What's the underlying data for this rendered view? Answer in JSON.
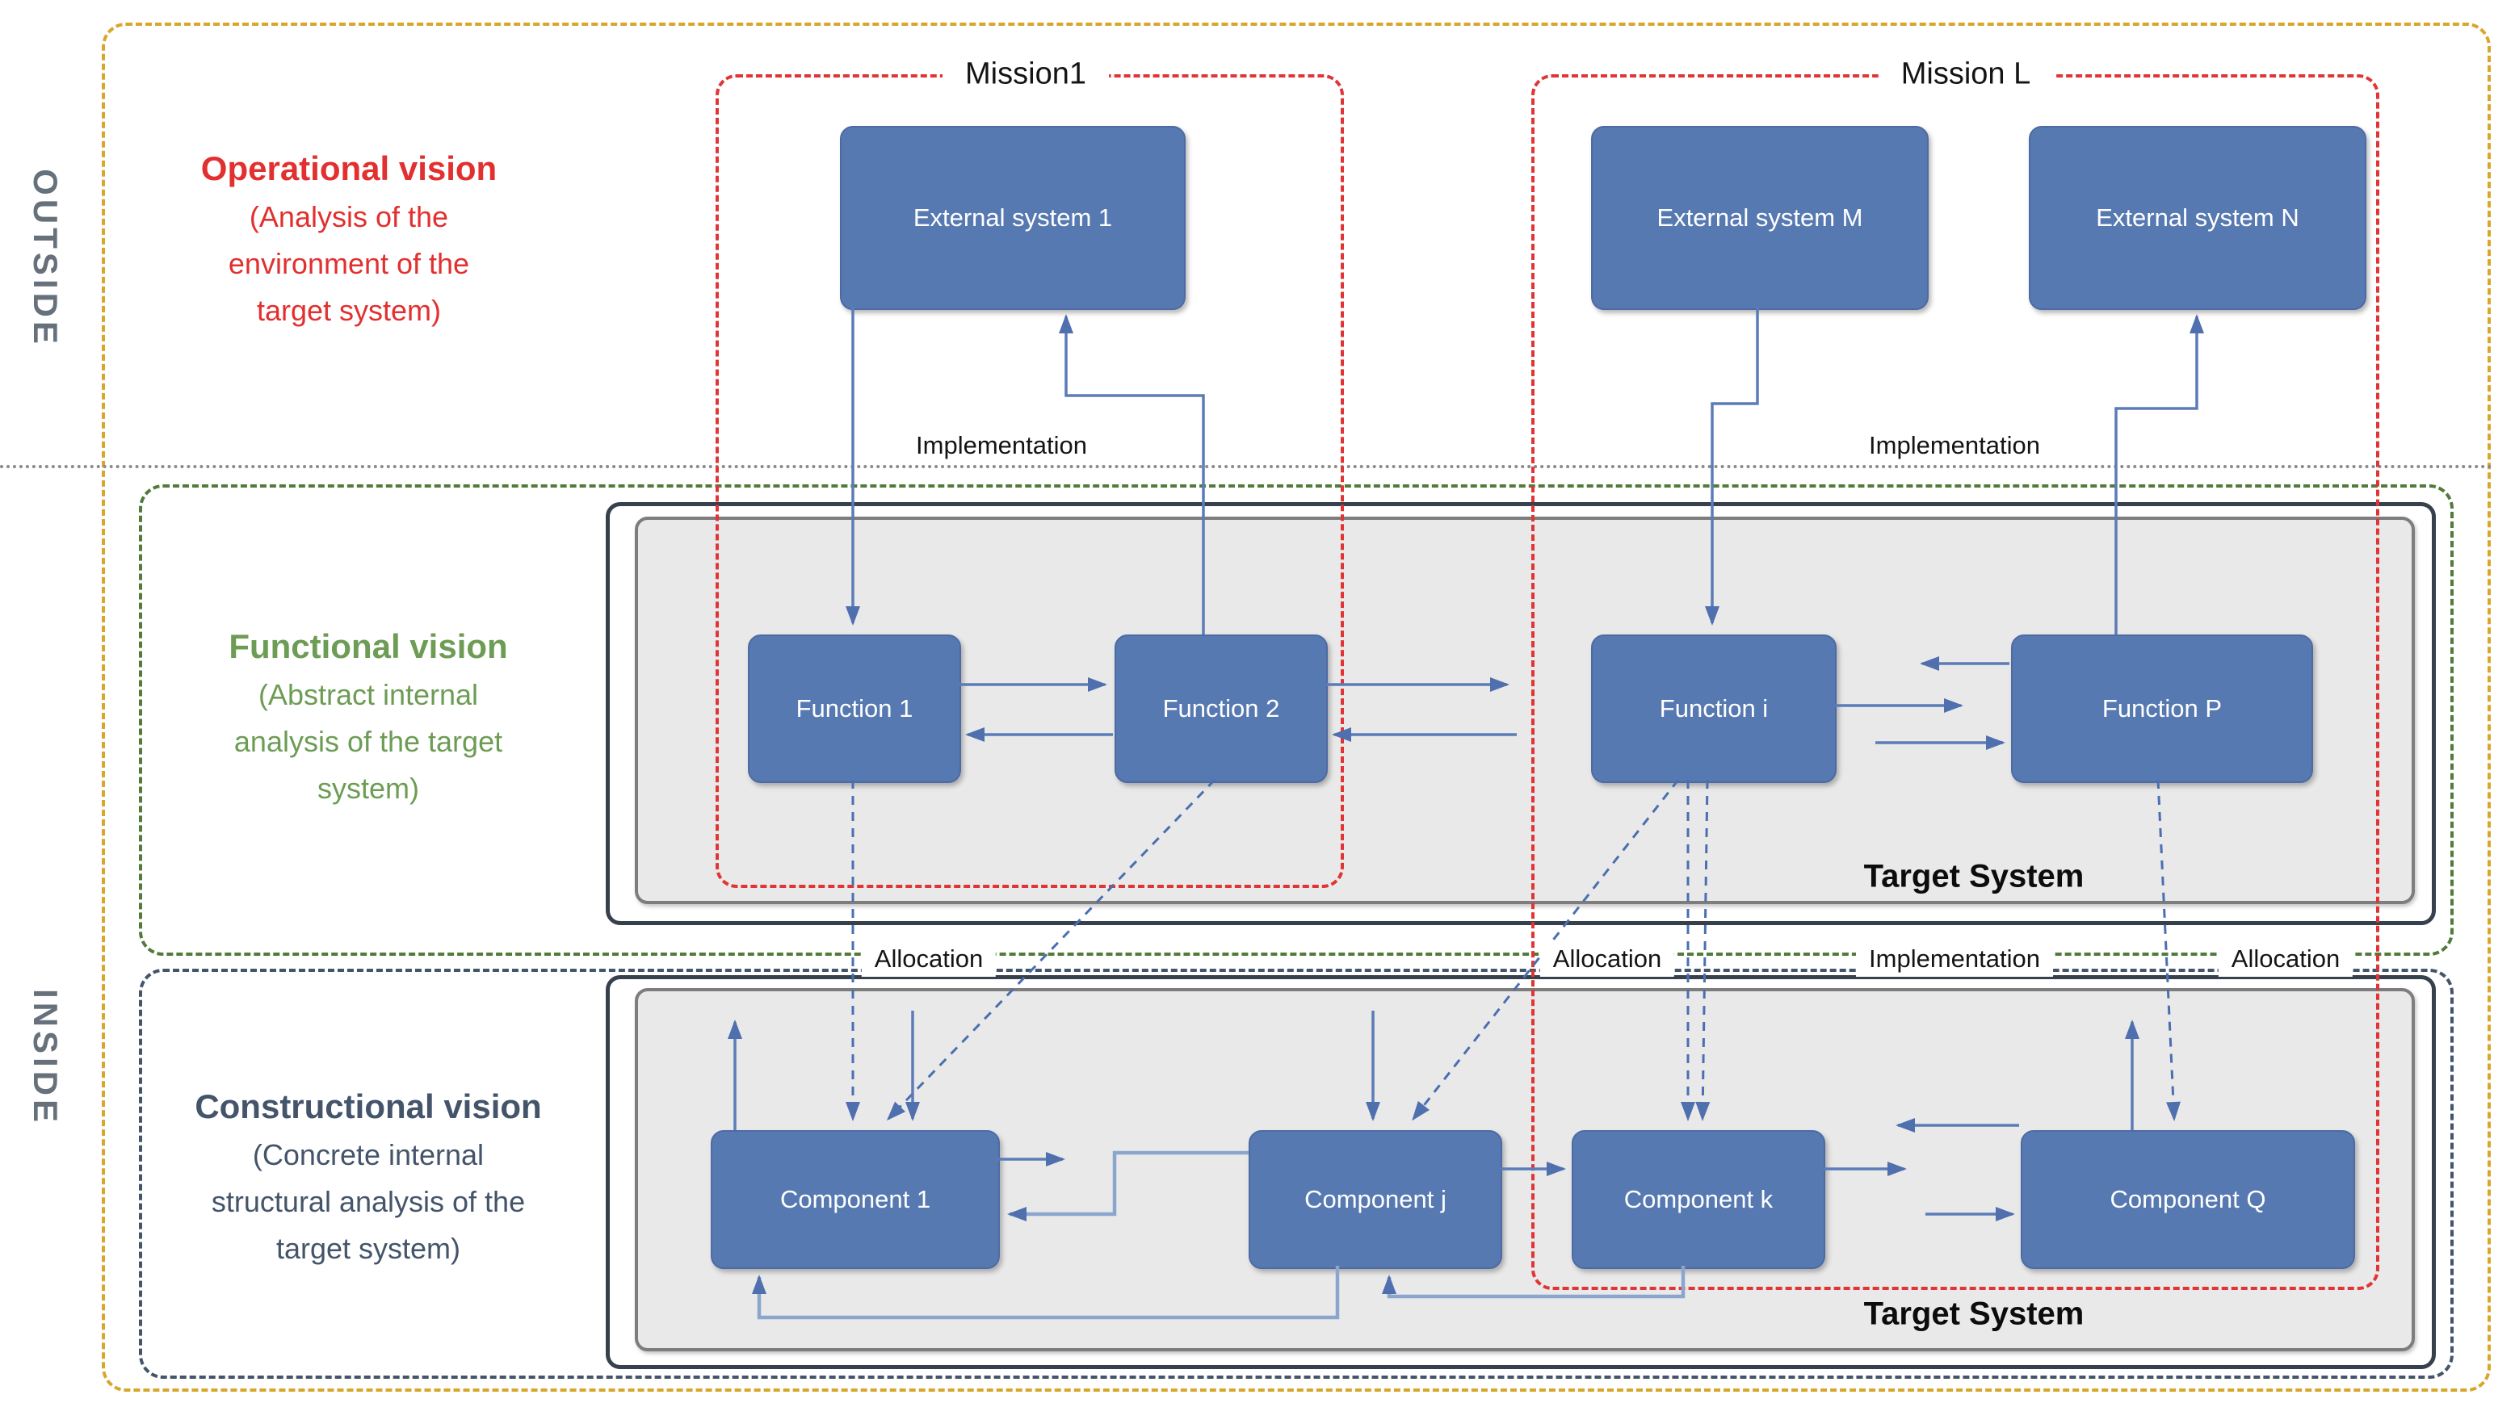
{
  "frame": {
    "outside_label": "OUTSIDE",
    "inside_label": "INSIDE"
  },
  "sections": {
    "operational": {
      "title": "Operational vision",
      "lines": [
        "(Analysis of the",
        "environment of the",
        "target system)"
      ]
    },
    "functional": {
      "title": "Functional vision",
      "lines": [
        "(Abstract internal",
        "analysis of the target",
        "system)"
      ],
      "target_system": "Target System"
    },
    "constructional": {
      "title": "Constructional vision",
      "lines": [
        "(Concrete internal",
        "structural analysis of the",
        "target system)"
      ],
      "target_system": "Target System"
    }
  },
  "missions": [
    {
      "label": "Mission1"
    },
    {
      "label": "Mission L"
    }
  ],
  "external_systems": [
    {
      "label": "External system 1"
    },
    {
      "label": "External system M"
    },
    {
      "label": "External system N"
    }
  ],
  "functions": [
    {
      "label": "Function 1"
    },
    {
      "label": "Function 2"
    },
    {
      "label": "Function i"
    },
    {
      "label": "Function P"
    }
  ],
  "components": [
    {
      "label": "Component 1"
    },
    {
      "label": "Component j"
    },
    {
      "label": "Component k"
    },
    {
      "label": "Component Q"
    }
  ],
  "relations": {
    "implementation_top_left": "Implementation",
    "implementation_top_right": "Implementation",
    "allocation_left": "Allocation",
    "allocation_middle": "Allocation",
    "implementation_bottom": "Implementation",
    "allocation_right": "Allocation"
  },
  "colors": {
    "node_blue": "#5779b1",
    "mission_red": "#e13535",
    "functional_green": "#527a3a",
    "constructional_navy": "#44546a",
    "outer_yellow": "#d9a62c",
    "arrow_blue": "#5b7cb8",
    "arrow_light_blue": "#8ba6ce",
    "panel_gray": "#e9e9e9"
  }
}
